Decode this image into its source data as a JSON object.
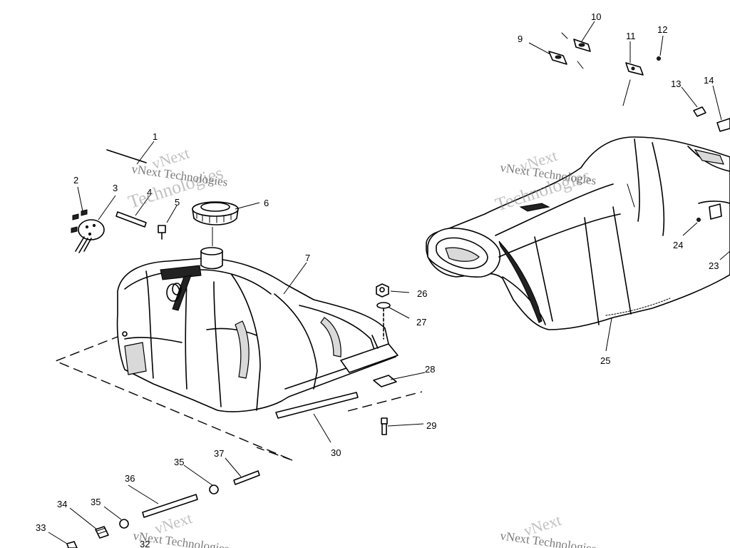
{
  "watermark": {
    "line_top": "vNext",
    "line_mid": "vNext Technologies",
    "line_bottom": "Technologies"
  },
  "callouts": [
    "1",
    "2",
    "3",
    "4",
    "5",
    "6",
    "7",
    "9",
    "10",
    "11",
    "12",
    "13",
    "14",
    "23",
    "24",
    "25",
    "26",
    "27",
    "28",
    "29",
    "30",
    "32",
    "33",
    "34",
    "35",
    "35",
    "36",
    "37"
  ],
  "colors": {
    "line": "#000000",
    "background": "#ffffff",
    "watermark": "#8f8f8f"
  }
}
